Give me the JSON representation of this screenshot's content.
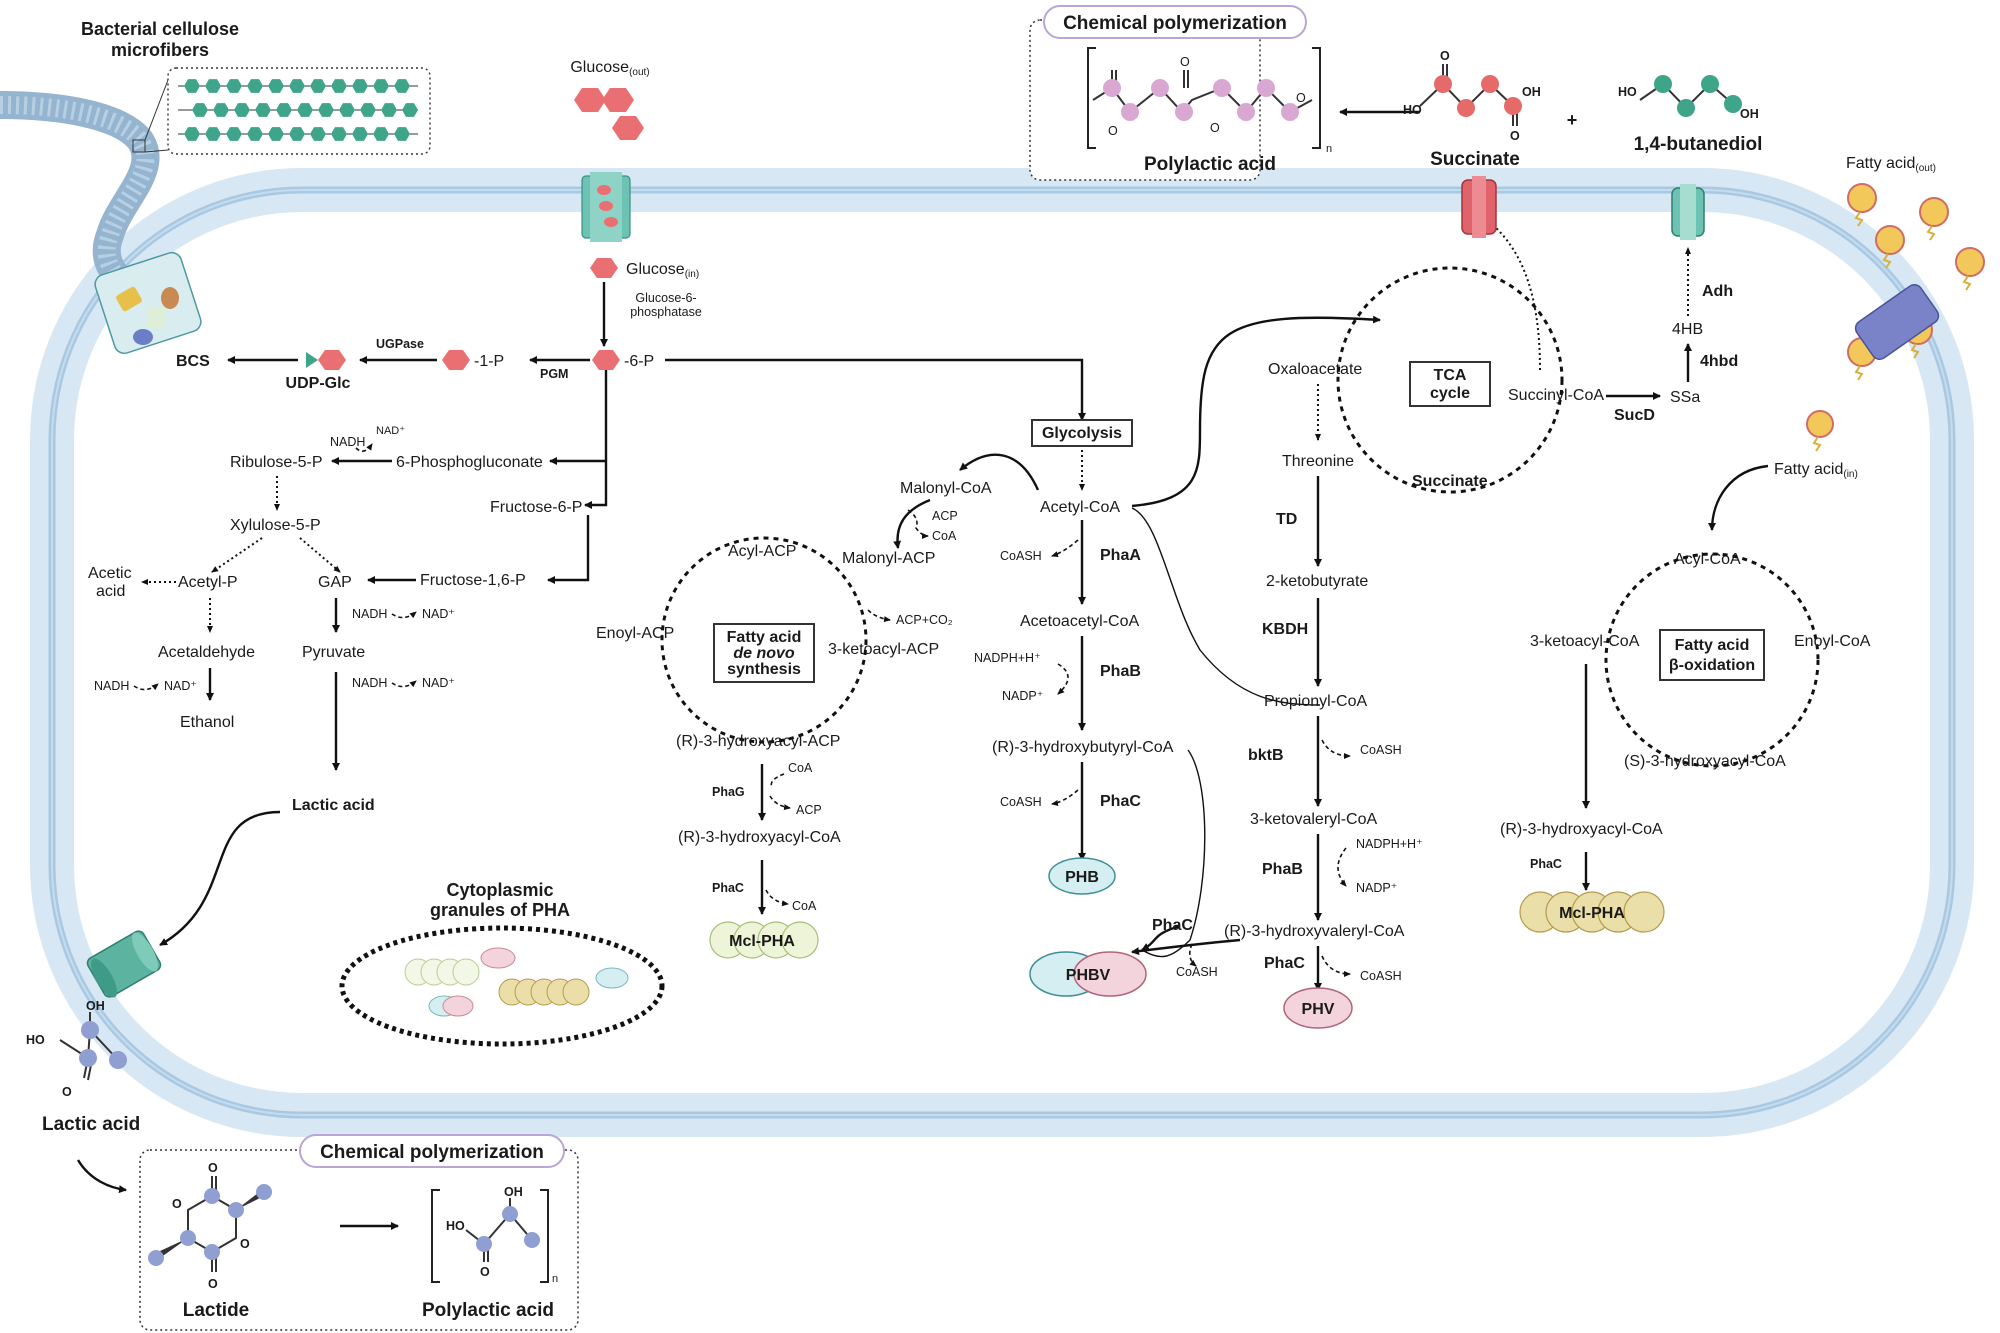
{
  "titles": {
    "bacterial_cellulose": [
      "Bacterial cellulose",
      "microfibers"
    ],
    "chem_poly": "Chemical polymerization",
    "polylactic_acid": "Polylactic acid",
    "succinate": "Succinate",
    "butanediol": "1,4-butanediol",
    "plus": "+",
    "lactic_acid_out": "Lactic acid",
    "lactide": "Lactide",
    "cytoplasmic_granules": [
      "Cytoplasmic",
      "granules of PHA"
    ]
  },
  "atoms": {
    "ho": "HO",
    "oh": "OH",
    "o": "O",
    "n": "n"
  },
  "glucose": {
    "out_base": "Glucose",
    "out_sub": "(out)",
    "in_base": "Glucose",
    "in_sub": "(in)",
    "g6pase": [
      "Glucose-6-",
      "phosphatase"
    ],
    "six_p": "-6-P",
    "one_p": "-1-P",
    "pgm": "PGM",
    "ugpase": "UGPase",
    "udp_glc": "UDP-Glc",
    "bcs": "BCS"
  },
  "ppp": {
    "nadh": "NADH",
    "nad": "NAD⁺",
    "phosphogluconate": "6-Phosphogluconate",
    "ribulose": "Ribulose-5-P",
    "xylulose": "Xylulose-5-P",
    "fructose6p": "Fructose-6-P",
    "fructose16p": "Fructose-1,6-P",
    "acetic_acid": [
      "Acetic",
      "acid"
    ],
    "acetylp": "Acetyl-P",
    "gap": "GAP",
    "acetaldehyde": "Acetaldehyde",
    "pyruvate": "Pyruvate",
    "ethanol": "Ethanol",
    "lactic_acid": "Lactic acid"
  },
  "fas": {
    "malonyl_coa": "Malonyl-CoA",
    "acp": "ACP",
    "coa": "CoA",
    "malonyl_acp": "Malonyl-ACP",
    "acyl_acp": "Acyl-ACP",
    "enoyl_acp": "Enoyl-ACP",
    "ketoacyl_acp": "3-ketoacyl-ACP",
    "acp_co2": "ACP+CO₂",
    "cycle_label": [
      "Fatty acid",
      "de novo",
      "synthesis"
    ],
    "r3_acp": "(R)-3-hydroxyacyl-ACP",
    "phag": "PhaG",
    "r3_coa": "(R)-3-hydroxyacyl-CoA",
    "phac": "PhaC",
    "mcl_pha": "Mcl-PHA"
  },
  "phb": {
    "glycolysis": "Glycolysis",
    "acetyl_coa": "Acetyl-CoA",
    "coash": "CoASH",
    "phaa": "PhaA",
    "acetoacetyl": "Acetoacetyl-CoA",
    "nadph": "NADPH+H⁺",
    "nadp": "NADP⁺",
    "phab": "PhaB",
    "r3_hb": "(R)-3-hydroxybutyryl-CoA",
    "phac": "PhaC",
    "phb": "PHB",
    "phbv": "PHBV"
  },
  "tca": {
    "oxaloacetate": "Oxaloacetate",
    "cycle": [
      "TCA",
      "cycle"
    ],
    "succinyl_coa": "Succinyl-CoA",
    "succinate": "Succinate",
    "threonine": "Threonine",
    "td": "TD",
    "ketobutyrate": "2-ketobutyrate",
    "kbdh": "KBDH",
    "propionyl": "Propionyl-CoA",
    "bktb": "bktB",
    "ketovaleryl": "3-ketovaleryl-CoA",
    "r3_hv": "(R)-3-hydroxyvaleryl-CoA",
    "phv": "PHV",
    "sucd": "SucD",
    "ssa": "SSa",
    "hbd": "4hbd",
    "hb4": "4HB",
    "adh": "Adh"
  },
  "beta": {
    "fa_out_base": "Fatty acid",
    "fa_out_sub": "(out)",
    "fa_in_base": "Fatty acid",
    "fa_in_sub": "(in)",
    "acyl_coa": "Acyl-CoA",
    "ketoacyl_coa": "3-ketoacyl-CoA",
    "enoyl_coa": "Enoyl-CoA",
    "cycle": [
      "Fatty acid",
      "β-oxidation"
    ],
    "s3_coa": "(S)-3-hydroxyacyl-CoA",
    "r3_coa": "(R)-3-hydroxyacyl-CoA",
    "phac": "PhaC",
    "mcl_pha": "Mcl-PHA"
  },
  "colors": {
    "membrane": "#bcd6ea",
    "membrane_dark": "#8fb6d6",
    "glucose": "#ea6f72",
    "teal": "#6cc3b4",
    "red_channel": "#e0636b",
    "purple_transport": "#7a83c8",
    "lactic_blue": "#8f9fd2",
    "pla_pink": "#d9a8d2",
    "succ_red": "#e56a6a",
    "bdo_teal": "#3ea58a",
    "fa_yellow": "#f2c85a",
    "pha_cream": "#eadfa8",
    "pha_green": "#eef4d8",
    "phb_blue": "#d5eef1",
    "phbv_pink": "#f3d3dc",
    "phv_pink": "#f3d3dc",
    "title_box_border": "#b9a5d6"
  }
}
